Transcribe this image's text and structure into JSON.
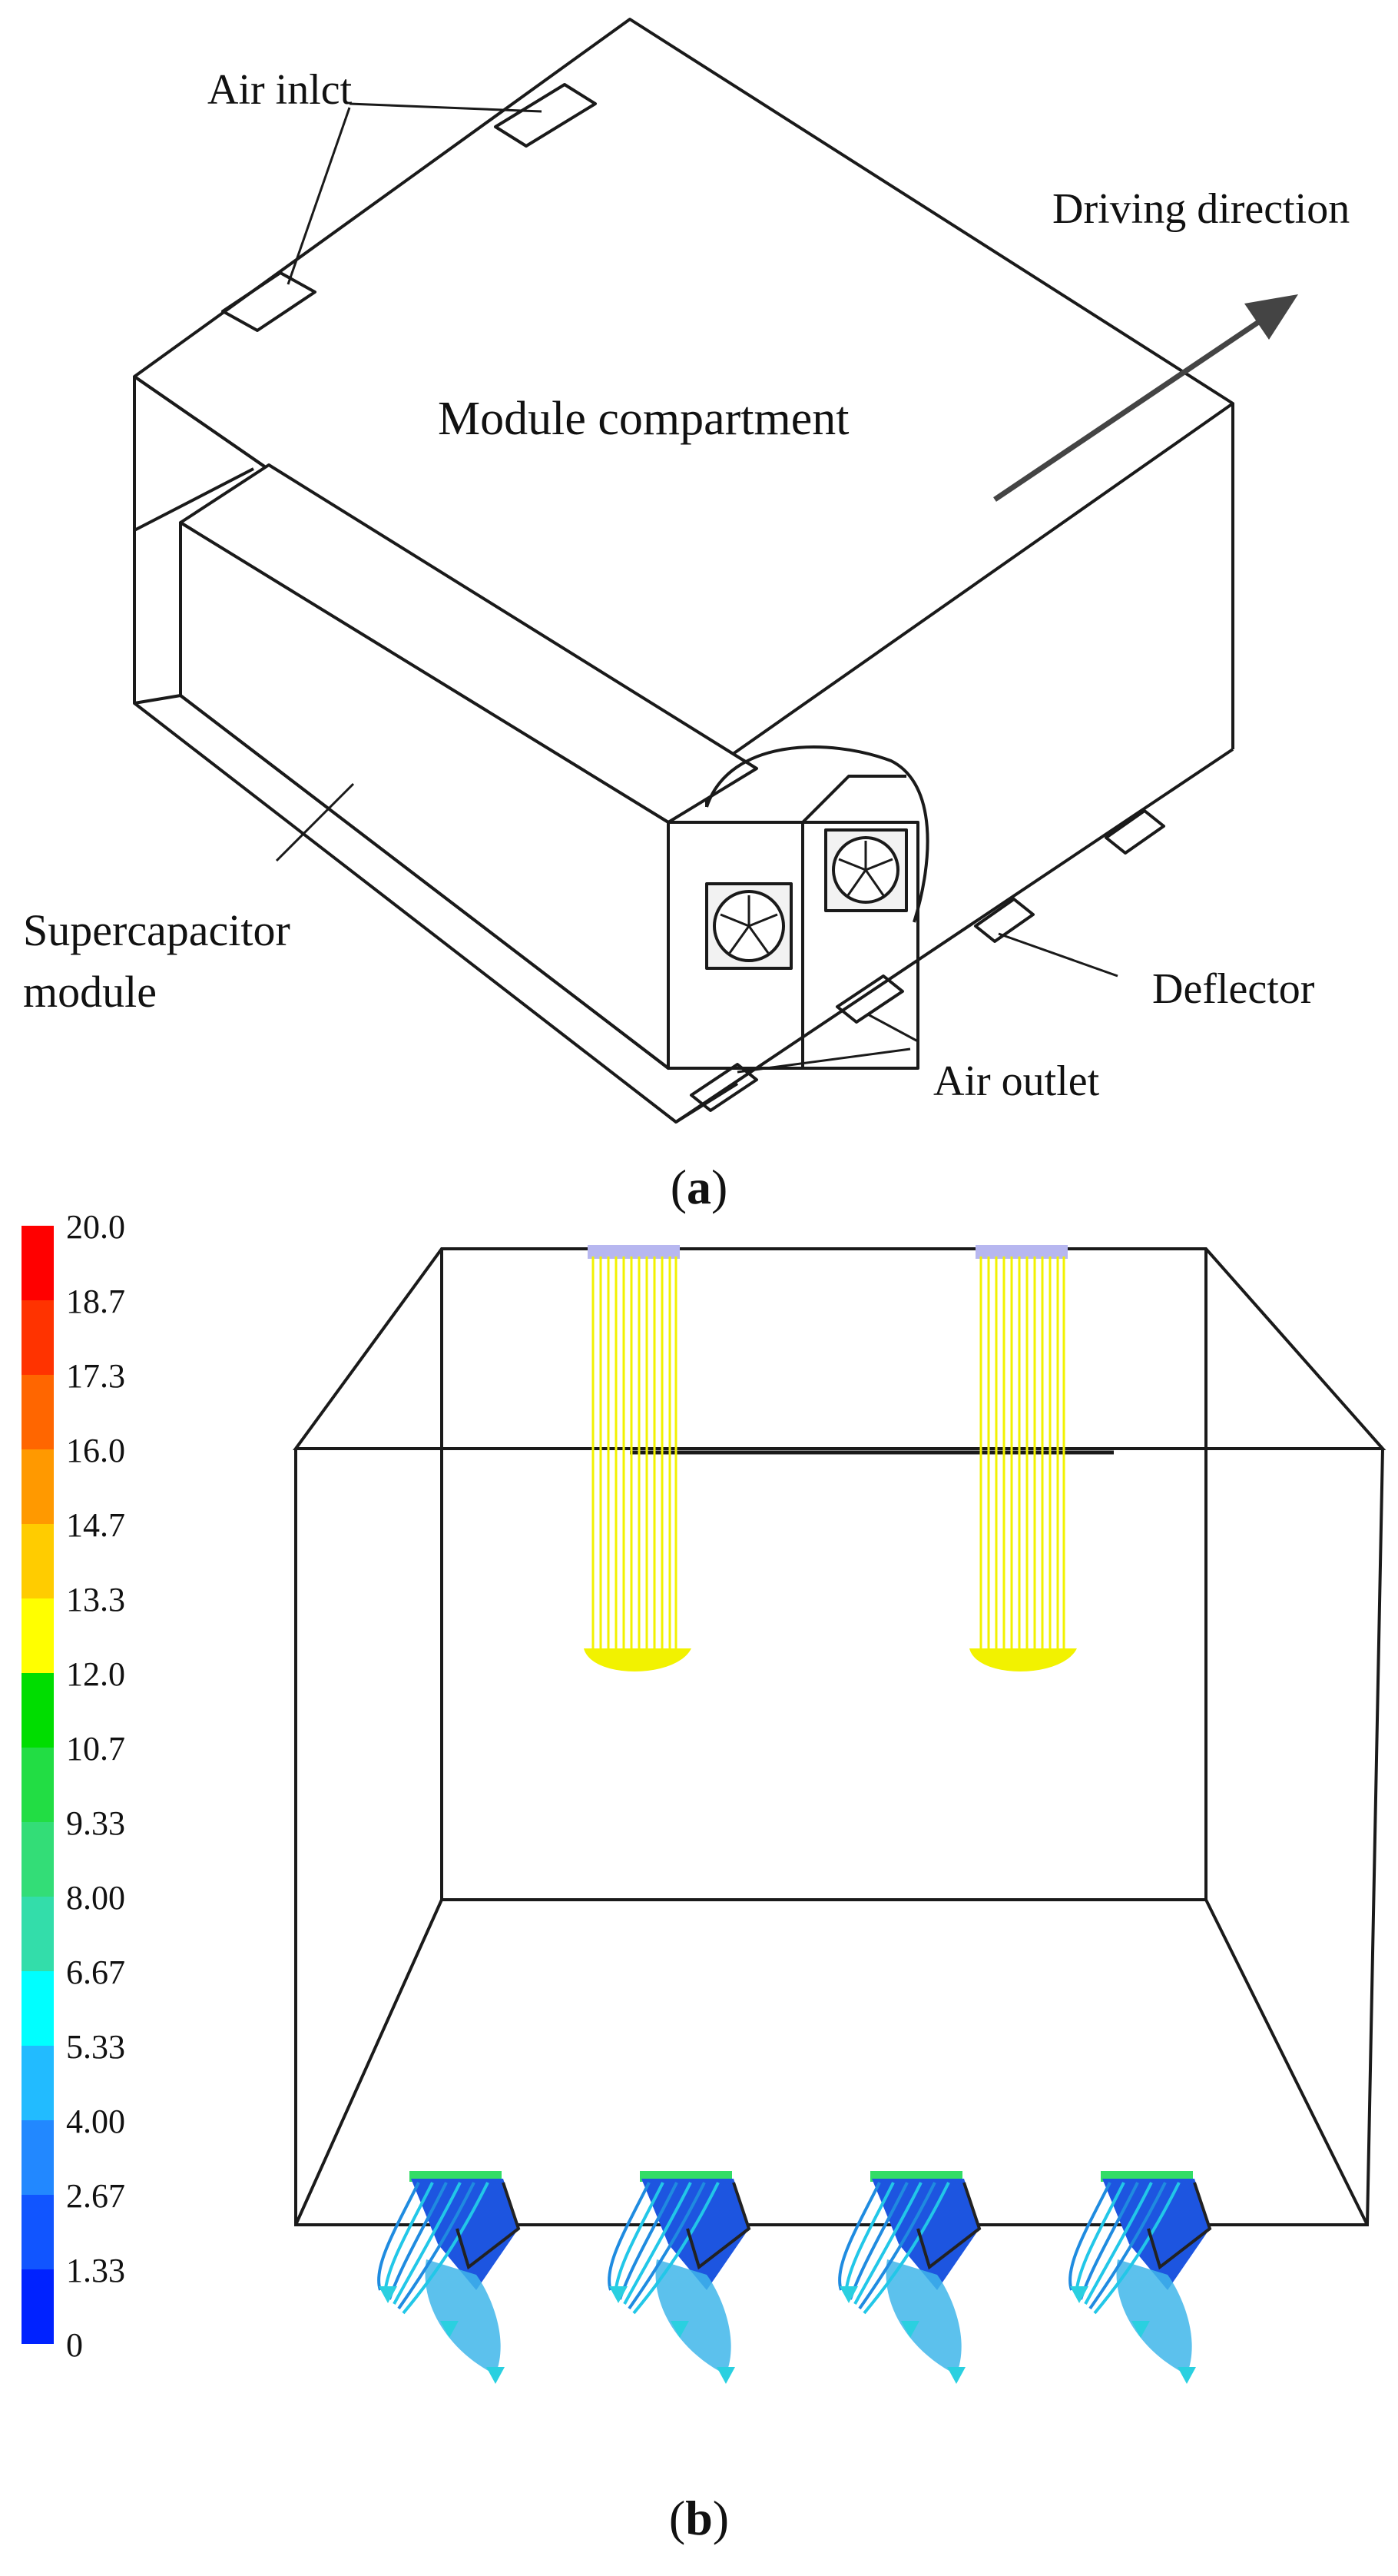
{
  "figure_a": {
    "labels": {
      "air_inlet": "Air inlct",
      "driving_direction": "Driving direction",
      "module_compartment": "Module compartment",
      "supercapacitor_line1": "Supercapacitor",
      "supercapacitor_line2": "module",
      "deflector": "Deflector",
      "air_outlet": "Air outlet"
    },
    "caption": {
      "open": "(",
      "letter": "a",
      "close": ")"
    }
  },
  "figure_b": {
    "colorbar": {
      "ticks": [
        "20.0",
        "18.7",
        "17.3",
        "16.0",
        "14.7",
        "13.3",
        "12.0",
        "10.7",
        "9.33",
        "8.00",
        "6.67",
        "5.33",
        "4.00",
        "2.67",
        "1.33",
        "0"
      ],
      "colors": [
        "#ff0000",
        "#ff3300",
        "#ff6600",
        "#ff9900",
        "#ffcc00",
        "#ffff00",
        "#00dd00",
        "#22dd44",
        "#33dd77",
        "#33ddaa",
        "#00ffff",
        "#22bbff",
        "#2288ff",
        "#1155ff",
        "#0022ff"
      ]
    },
    "caption": {
      "open": "(",
      "letter": "b",
      "close": ")"
    }
  }
}
